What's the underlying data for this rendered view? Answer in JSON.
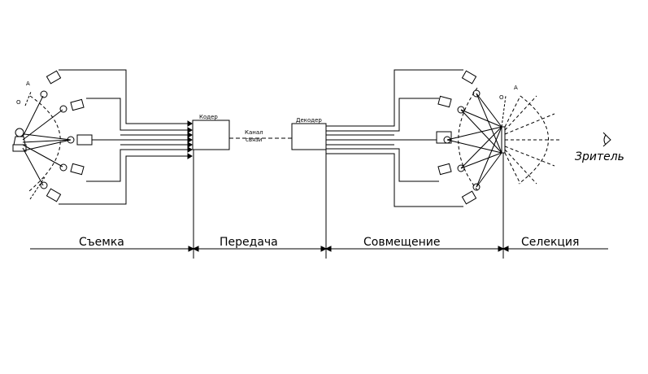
{
  "diagram": {
    "coder_label": "Кодер",
    "decoder_label": "Декодер",
    "channel_line1": "Канал",
    "channel_line2": "связи",
    "viewer_label": "Зритель",
    "point_a_left": "А",
    "point_o_left": "О",
    "point_a_right": "А",
    "point_o_right": "О",
    "stages": [
      "Съемка",
      "Передача",
      "Совмещение",
      "Селекция"
    ]
  }
}
